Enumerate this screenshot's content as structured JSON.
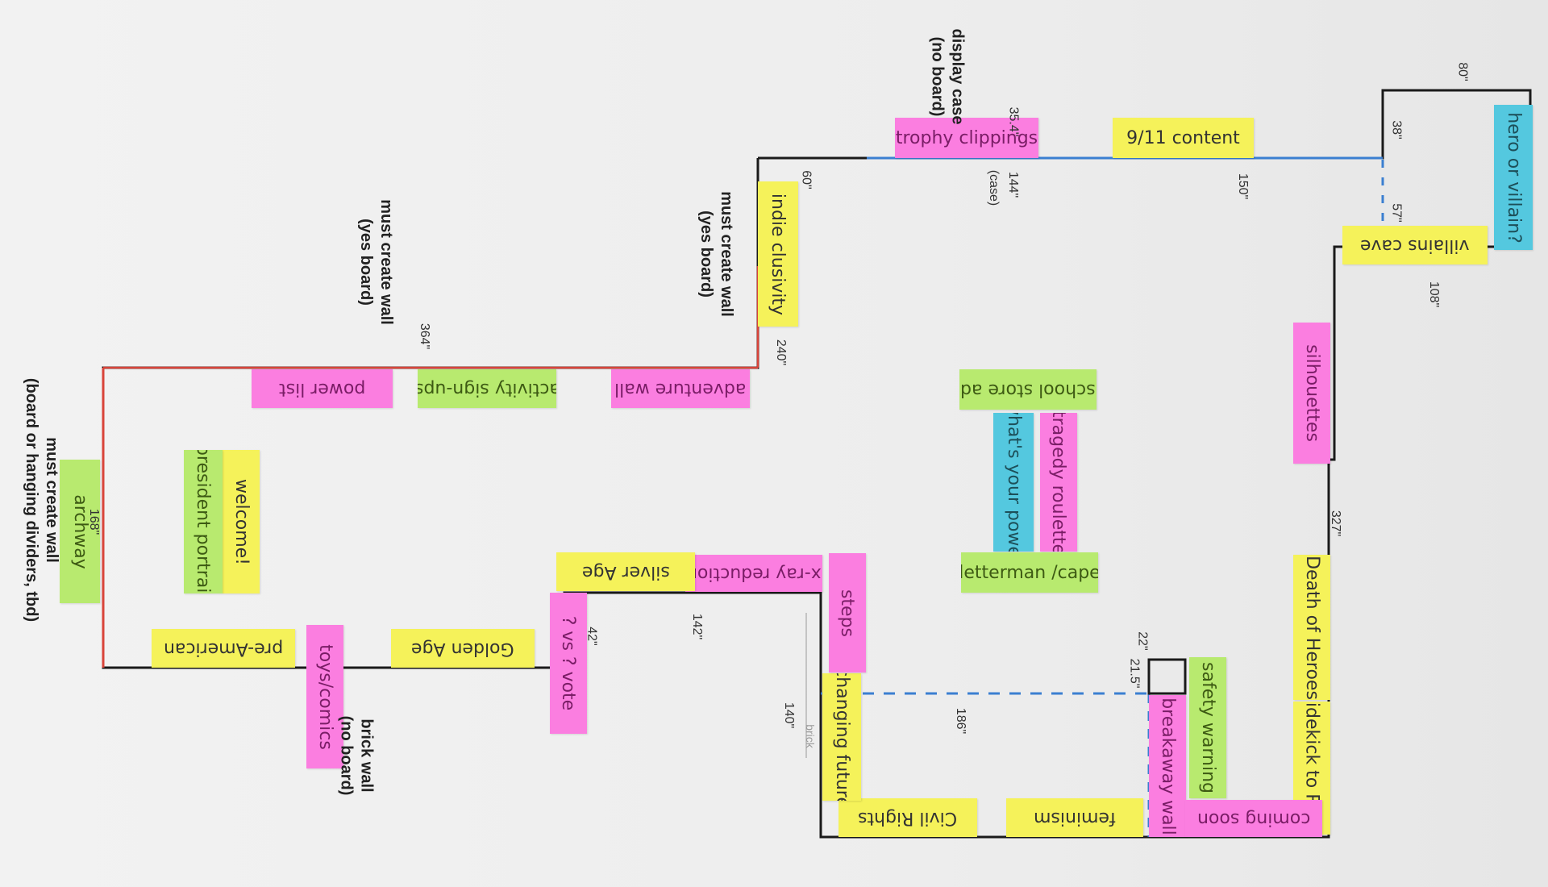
{
  "notes": {
    "hero_villain": "hero or villain?",
    "villains_cave": "villains cave",
    "nine_eleven": "9/11 content",
    "trophy_clippings": "trophy clippings",
    "indie_clusivity": "indie clusivity",
    "silhouettes": "silhouettes",
    "school_store_ad": "school store ad",
    "whats_your_power": "what's your power",
    "tragedy_roulette": "tragedy roulette",
    "letterman_cape": "letterman /cape",
    "death_of_heroes": "Death of Heroes",
    "sidekick_to_roots": "sidekick to Roots",
    "safety_warning": "safety warning",
    "breakaway_wall": "breakaway wall",
    "feminism": "feminism",
    "civil_rights": "Civil Rights",
    "coming_soon": "coming soon",
    "changing_future": "changing future",
    "steps": "steps",
    "xray_reduction": "x-ray reduction",
    "silver_age": "silver Age",
    "adventure_wall": "adventure wall",
    "activity_signups": "activity sign-ups",
    "power_list": "power list",
    "welcome": "welcome!",
    "president_portrait": "president portrait",
    "archway": "archway",
    "pre_american": "pre-American",
    "toys_comics": "toys/comics",
    "golden_age": "Golden Age",
    "vote": "? vs ? vote"
  },
  "dimensions": {
    "d80": "80\"",
    "d38": "38\"",
    "d57": "57\"",
    "d108": "108\"",
    "d150": "150\"",
    "d144": "144\"",
    "d144_sub": "(case)",
    "d35": "35.4\"",
    "d60": "60\"",
    "d240": "240\"",
    "d364": "364\"",
    "d327": "327\"",
    "d22": "22\"",
    "d21_5": "21.5\"",
    "d186": "186\"",
    "d140": "140\"",
    "d142": "142\"",
    "d42": "42\"",
    "d168": "168\""
  },
  "annotations": {
    "display_case_1": "display case",
    "display_case_2": "(no board)",
    "must_create_1_a": "must create wall",
    "must_create_1_b": "(yes board)",
    "must_create_2_a": "must create wall",
    "must_create_2_b": "(yes board)",
    "must_create_3_a": "must create wall",
    "must_create_3_b": "(board or hanging dividers, tbd)",
    "brick_wall_1": "brick wall",
    "brick_wall_2": "(no board)",
    "brick_faint": "brick"
  },
  "colors": {
    "yellow": "#f5f25a",
    "pink": "#fb7ee0",
    "green": "#b8ea6f",
    "blue": "#54c8df",
    "wall": "#1a1a1a",
    "red_wall": "#d9443a",
    "blue_wall": "#3b7fd1"
  }
}
